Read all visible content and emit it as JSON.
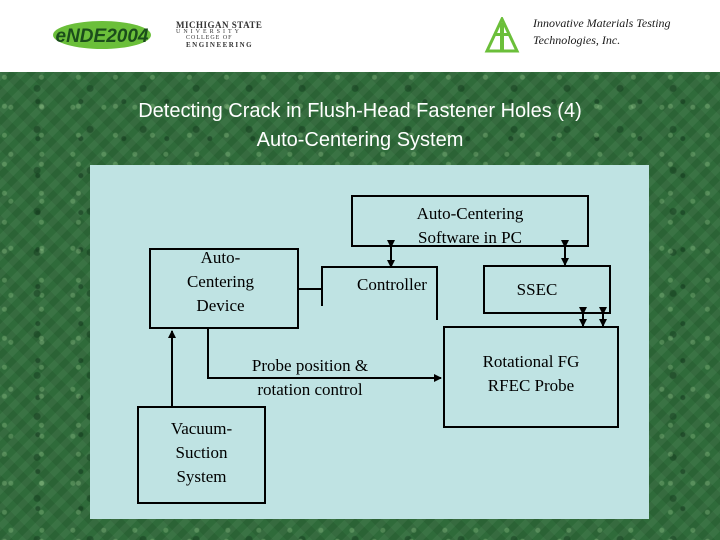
{
  "header": {
    "conf_logo_text": "eNDE2004",
    "university_logo": {
      "line1": "MICHIGAN STATE",
      "line2": "UNIVERSITY",
      "line3": "COLLEGE OF",
      "line4": "ENGINEERING"
    },
    "company_text": "Innovative Materials Testing Technologies, Inc."
  },
  "slide": {
    "title_line1": "Detecting Crack in Flush-Head Fastener Holes (4)",
    "title_line2": "Auto-Centering System"
  },
  "diagram": {
    "software_line1": "Auto-Centering",
    "software_line2": "Software in PC",
    "device_line1": "Auto-",
    "device_line2": "Centering",
    "device_line3": "Device",
    "controller": "Controller",
    "ssec": "SSEC",
    "probe_control_line1": "Probe position &",
    "probe_control_line2": "rotation control",
    "probe_line1": "Rotational FG",
    "probe_line2": "RFEC Probe",
    "vacuum_line1": "Vacuum-",
    "vacuum_line2": "Suction",
    "vacuum_line3": "System"
  },
  "colors": {
    "header_bg": "#ffffff",
    "background_green": "#2f6b3a",
    "panel_bg": "#bfe3e3",
    "title_text": "#ffffff",
    "logo_green": "#6bbf3a"
  }
}
